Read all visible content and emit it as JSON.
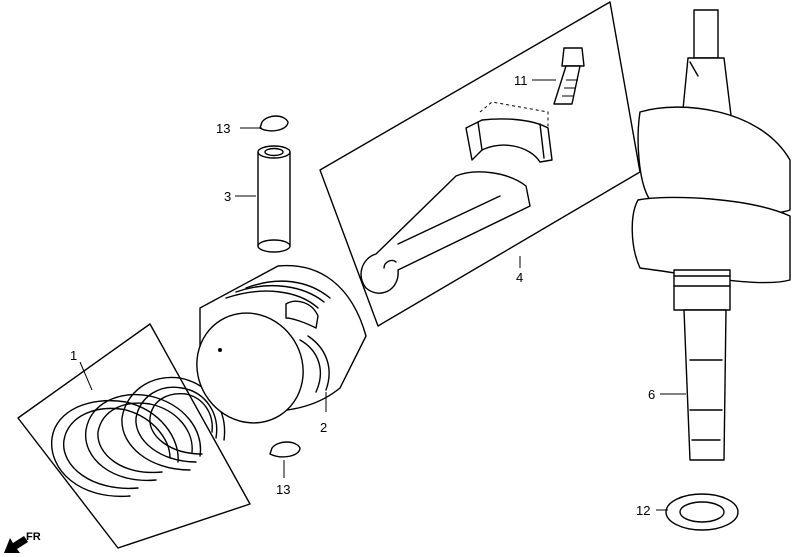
{
  "callouts": {
    "piston_rings": "1",
    "piston": "2",
    "piston_pin": "3",
    "connecting_rod": "4",
    "crankshaft": "6",
    "rod_bolt": "11",
    "oil_seal": "12",
    "pin_clip_top": "13",
    "pin_clip_bottom": "13"
  },
  "direction_label": "FR"
}
